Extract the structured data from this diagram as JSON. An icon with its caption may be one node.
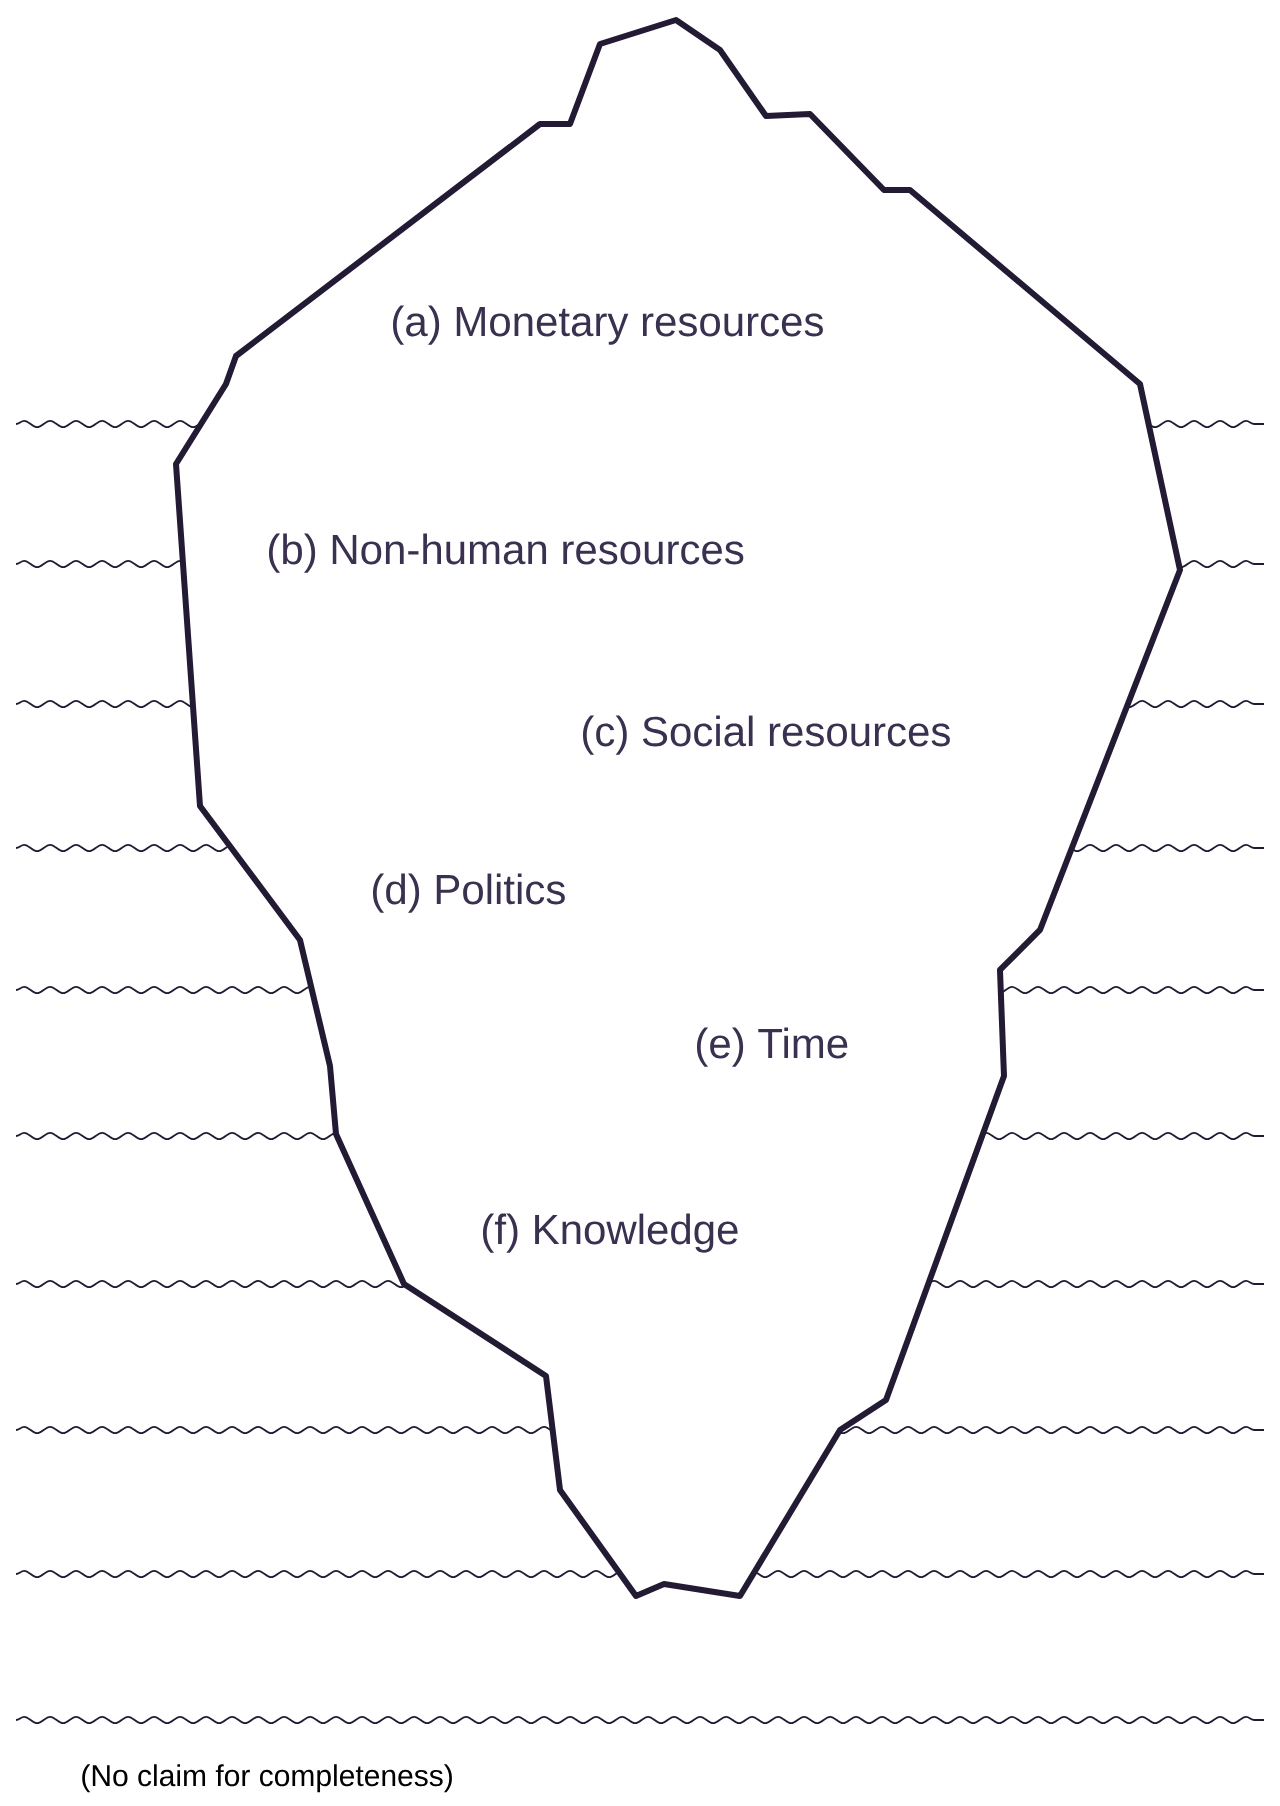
{
  "diagram": {
    "caption": "(No claim for completeness)",
    "nodes": [
      {
        "text": [
          "(a) Monetary resources",
          "(b) Non-human resources",
          "(c) Social resources",
          "(d) Politics",
          "(e) Time",
          "(f) Knowledge"
        ]
      }
    ]
  }
}
